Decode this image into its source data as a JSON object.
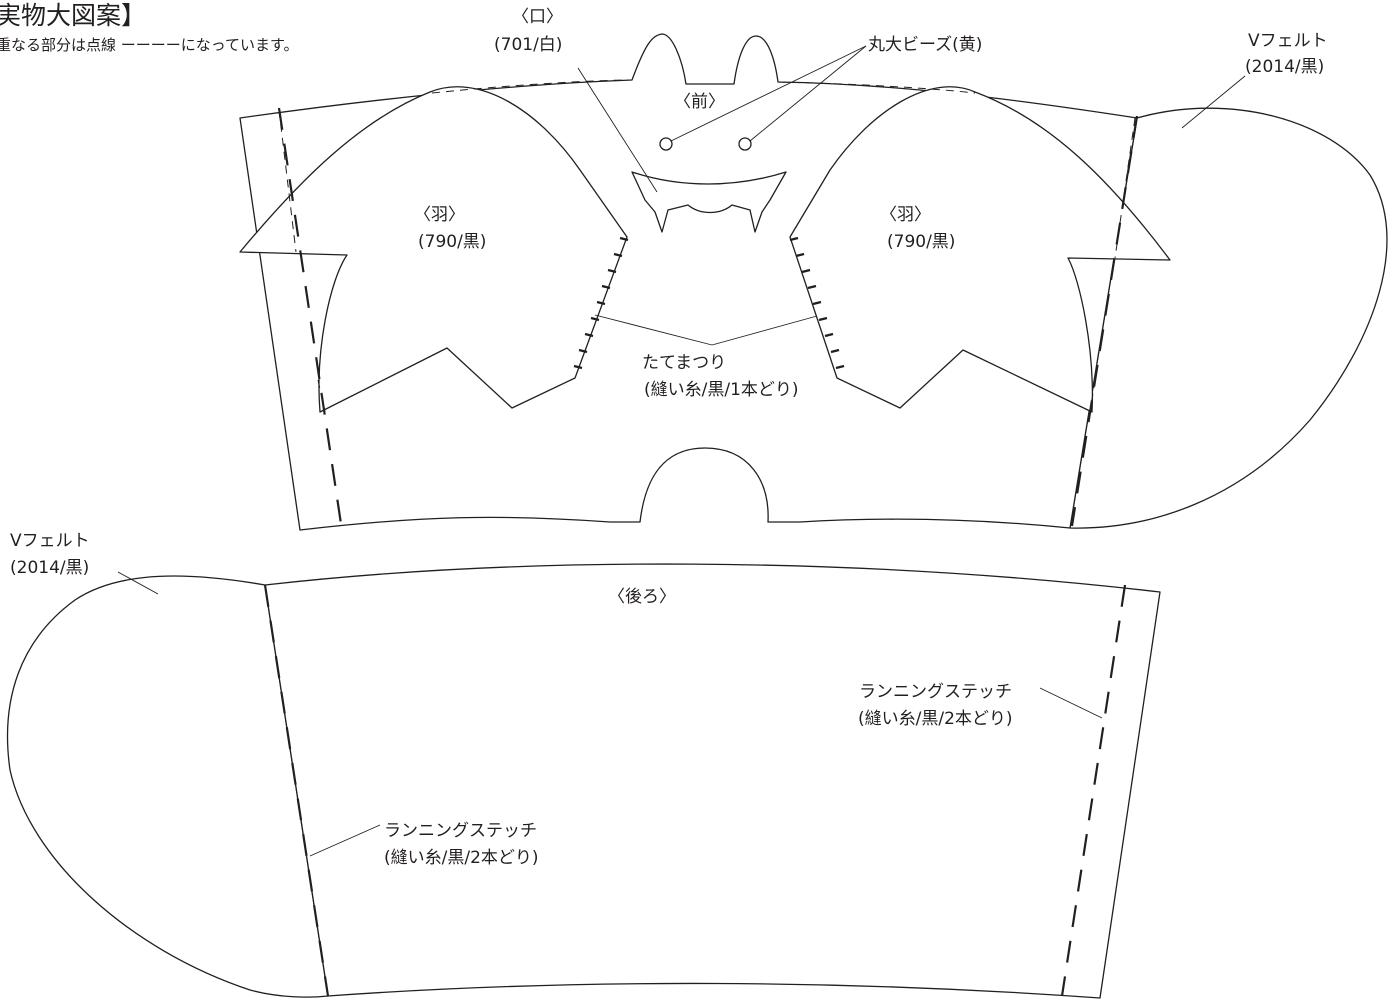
{
  "header": {
    "title": "実物大図案】",
    "note": "重なる部分は点線 ーーーーになっています。"
  },
  "front": {
    "section_label": "〈前〉",
    "mouth_label": "〈口〉",
    "mouth_code": "(701/白)",
    "beads_label": "丸大ビーズ(黄)",
    "felt_label": "Vフェルト",
    "felt_code": "(2014/黒)",
    "wing_left_label": "〈羽〉",
    "wing_left_code": "(790/黒)",
    "wing_right_label": "〈羽〉",
    "wing_right_code": "(790/黒)",
    "stitch_label": "たてまつり",
    "stitch_thread": "(縫い糸/黒/1本どり)"
  },
  "back": {
    "section_label": "〈後ろ〉",
    "felt_label": "Vフェルト",
    "felt_code": "(2014/黒)",
    "running_right_label": "ランニングステッチ",
    "running_right_thread": "(縫い糸/黒/2本どり)",
    "running_left_label": "ランニングステッチ",
    "running_left_thread": "(縫い糸/黒/2本どり)"
  }
}
